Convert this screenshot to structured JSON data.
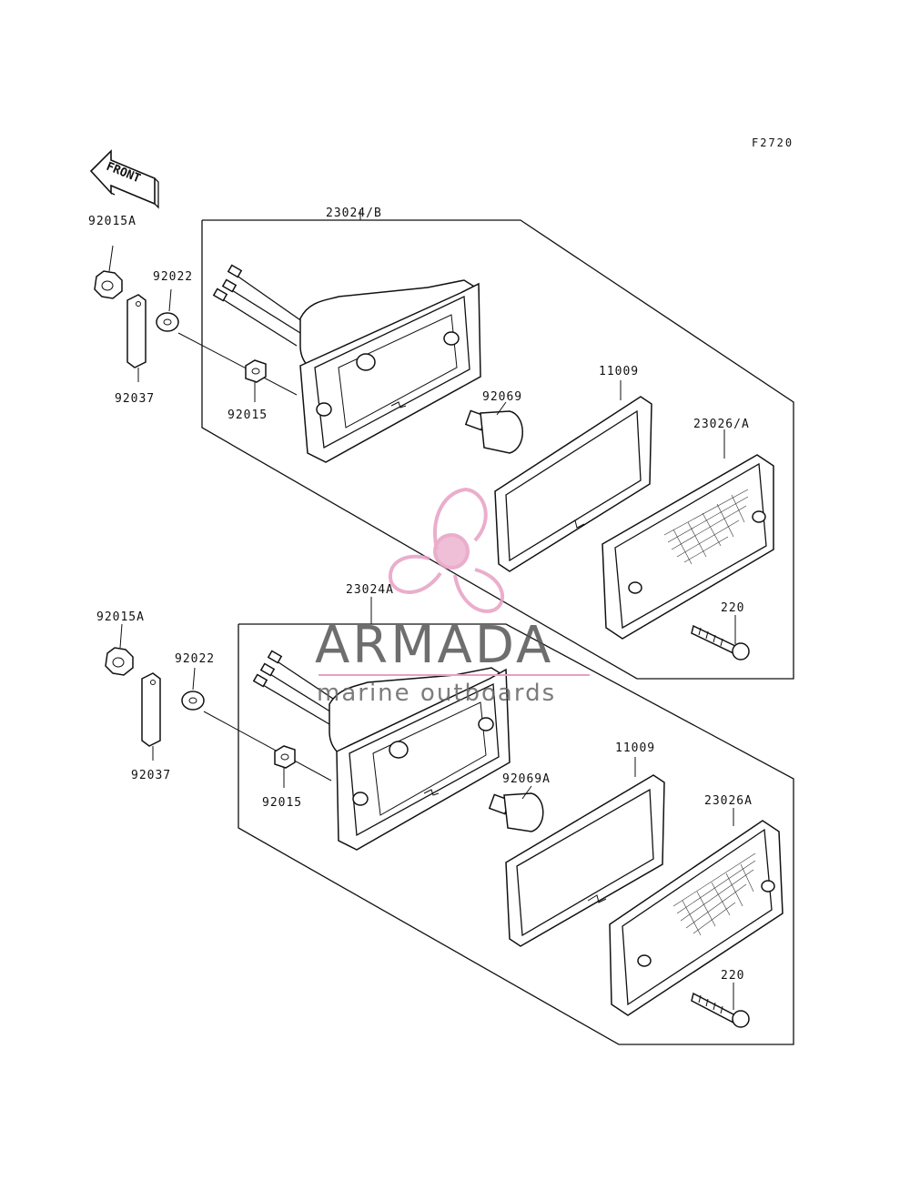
{
  "figure_code": "F2720",
  "direction_label": "FRONT",
  "watermark": {
    "brand": "ARMADA",
    "tagline": "marine outboards",
    "color": "#e7a0c4"
  },
  "upper_assembly": {
    "main_label": "23024/B",
    "labels": [
      "92015A",
      "92022",
      "92037",
      "92015",
      "92069",
      "11009",
      "23026/A",
      "220"
    ]
  },
  "lower_assembly": {
    "main_label": "23024A",
    "labels": [
      "92015A",
      "92022",
      "92037",
      "92015",
      "92069A",
      "11009",
      "23026A",
      "220"
    ]
  }
}
